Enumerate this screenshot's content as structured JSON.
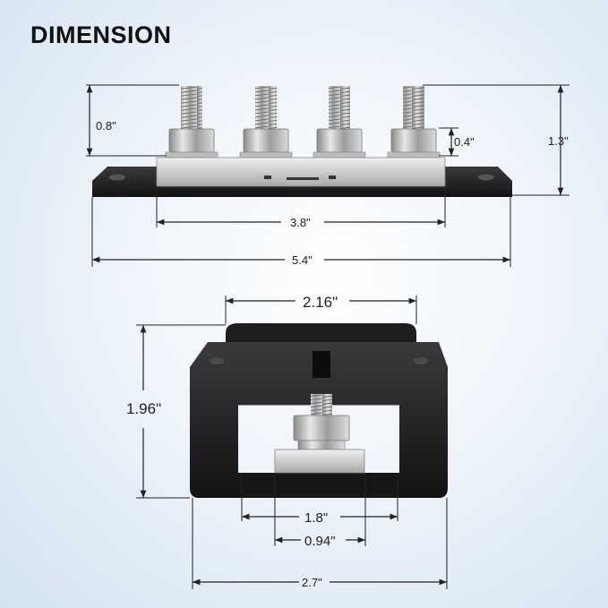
{
  "title": "DIMENSION",
  "top_view": {
    "dims": {
      "stud_height": "0.8\"",
      "nut_height": "0.4\"",
      "total_height": "1.3\"",
      "inner_length": "3.8\"",
      "total_length": "5.4\""
    }
  },
  "side_view": {
    "dims": {
      "top_width": "2.16\"",
      "height": "1.96\"",
      "inner_width": "1.8\"",
      "bar_width": "0.94\"",
      "base_width": "2.7\""
    }
  },
  "colors": {
    "body": "#1c1c1e",
    "metal": "#c8c8c8",
    "dimension_line": "#222222"
  }
}
